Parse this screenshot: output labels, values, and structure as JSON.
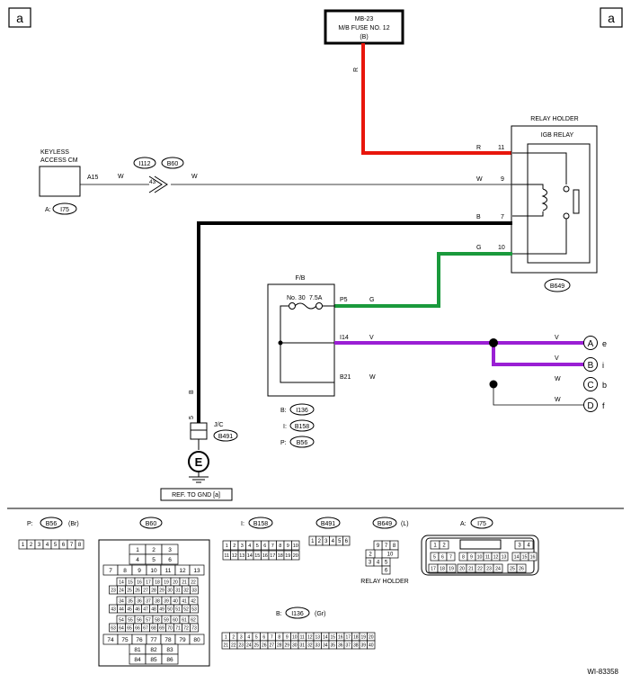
{
  "page_label": "a",
  "fuse": {
    "line1": "MB-23",
    "line2": "M/B FUSE NO. 12",
    "line3": "(B)"
  },
  "relay": {
    "holder": "RELAY HOLDER",
    "name": "IGB RELAY",
    "connector": "B649",
    "pins": [
      "11",
      "9",
      "7",
      "10"
    ]
  },
  "keyless": {
    "line1": "KEYLESS",
    "line2": "ACCESS CM",
    "prefix": "A:",
    "connector": "I75",
    "pin": "A15"
  },
  "joint": {
    "c1": "I112",
    "c2": "B60",
    "pin": "43"
  },
  "fb": {
    "title": "F/B",
    "fuse": "No. 30",
    "amps": "7.5A",
    "p5": "P5",
    "i14": "I14",
    "b21": "B21",
    "conns": [
      {
        "prefix": "B:",
        "name": "I136"
      },
      {
        "prefix": "I:",
        "name": "B158"
      },
      {
        "prefix": "P:",
        "name": "B56"
      }
    ]
  },
  "jc": {
    "title": "J/C",
    "connector": "B491",
    "pin": "5",
    "ground": "E",
    "ref": "REF. TO GND  [a]"
  },
  "wire_colors": {
    "fuse": "R",
    "keyless1": "W",
    "keyless2": "W",
    "relay_r": "R",
    "relay_w": "W",
    "relay_b": "B",
    "relay_g": "G",
    "fb_g": "G",
    "fb_v": "V",
    "fb_w": "W",
    "ground_b": "B",
    "out_a": "V",
    "out_b": "V",
    "out_c": "W",
    "out_d": "W"
  },
  "connectors_out": [
    {
      "letter": "A",
      "to": "e"
    },
    {
      "letter": "B",
      "to": "i"
    },
    {
      "letter": "C",
      "to": "b"
    },
    {
      "letter": "D",
      "to": "f"
    }
  ],
  "colors": {
    "red": "#e8160c",
    "black": "#000000",
    "green": "#1a9a3c",
    "purple": "#9a1fd4"
  },
  "legend": {
    "b56": {
      "prefix": "P:",
      "name": "B56",
      "note": "(Br)",
      "pins": [
        "1",
        "2",
        "3",
        "4",
        "5",
        "6",
        "7",
        "8"
      ]
    },
    "b60": {
      "name": "B60",
      "rows": [
        [
          "1",
          "2",
          "3"
        ],
        [
          "4",
          "5",
          "6"
        ],
        [
          "7",
          "8",
          "9",
          "10",
          "11",
          "12",
          "13"
        ],
        [
          "14",
          "15",
          "16",
          "17",
          "18",
          "19",
          "20",
          "21",
          "22"
        ],
        [
          "23",
          "24",
          "25",
          "26",
          "27",
          "28",
          "29",
          "30",
          "31",
          "32",
          "33"
        ],
        [
          "34",
          "35",
          "36",
          "37",
          "38",
          "39",
          "40",
          "41",
          "42"
        ],
        [
          "43",
          "44",
          "45",
          "46",
          "47",
          "48",
          "49",
          "50",
          "51",
          "52",
          "53"
        ],
        [
          "54",
          "55",
          "56",
          "57",
          "58",
          "59",
          "60",
          "61",
          "62"
        ],
        [
          "63",
          "64",
          "65",
          "66",
          "67",
          "68",
          "69",
          "70",
          "71",
          "72",
          "73"
        ],
        [
          "74",
          "75",
          "76",
          "77",
          "78",
          "79",
          "80"
        ],
        [
          "81",
          "82",
          "83"
        ],
        [
          "84",
          "85",
          "86"
        ]
      ]
    },
    "b158": {
      "prefix": "I:",
      "name": "B158",
      "rows": [
        [
          "1",
          "2",
          "3",
          "4",
          "5",
          "6",
          "7",
          "8",
          "9",
          "10"
        ],
        [
          "11",
          "12",
          "13",
          "14",
          "15",
          "16",
          "17",
          "18",
          "19",
          "20"
        ]
      ]
    },
    "b491": {
      "name": "B491",
      "pins": [
        "1",
        "2",
        "3",
        "4",
        "5",
        "6"
      ]
    },
    "b649": {
      "name": "B649",
      "note": "(L)",
      "caption": "RELAY HOLDER",
      "pins": [
        "7",
        "8",
        "9",
        "2",
        "10",
        "3",
        "4",
        "5",
        "6"
      ]
    },
    "i75": {
      "prefix": "A:",
      "name": "I75",
      "row1": [
        "1",
        "2",
        "3",
        "4"
      ],
      "row2": [
        "5",
        "6",
        "7",
        "8",
        "9",
        "10",
        "11",
        "12",
        "13",
        "14",
        "15",
        "16"
      ],
      "row3": [
        "17",
        "18",
        "19",
        "20",
        "21",
        "22",
        "23",
        "24",
        "25",
        "26"
      ]
    },
    "i136": {
      "prefix": "B:",
      "name": "I136",
      "note": "(Gr)",
      "rows": [
        [
          "1",
          "2",
          "3",
          "4",
          "5",
          "6",
          "7",
          "8",
          "9",
          "10",
          "11",
          "12",
          "13",
          "14",
          "15",
          "16",
          "17",
          "18",
          "19",
          "20"
        ],
        [
          "21",
          "22",
          "23",
          "24",
          "25",
          "26",
          "27",
          "28",
          "29",
          "30",
          "31",
          "32",
          "33",
          "34",
          "35",
          "36",
          "37",
          "38",
          "39",
          "40"
        ]
      ]
    }
  },
  "doc_id": "WI-83358"
}
